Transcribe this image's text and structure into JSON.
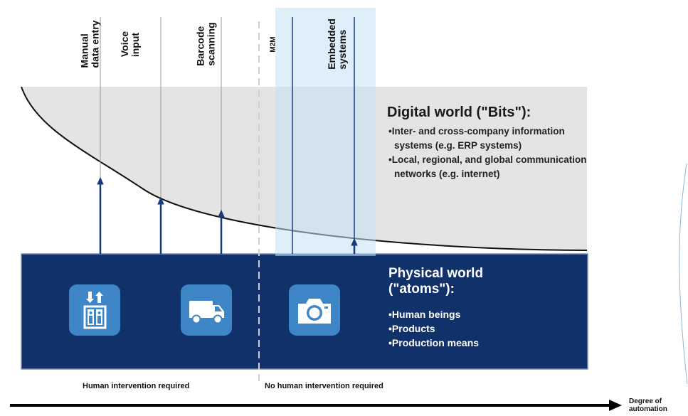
{
  "technologies": [
    {
      "label": "Manual\ndata entry"
    },
    {
      "label": "Voice\ninput"
    },
    {
      "label": "Barcode\nscanning"
    },
    {
      "label": "M2M"
    },
    {
      "label": "Embedded\nsystems"
    }
  ],
  "digital_world": {
    "title": "Digital world (\"Bits\"):",
    "items": [
      "Inter- and cross-company information systems (e.g. ERP systems)",
      "Local, regional, and global communication networks (e.g. internet)"
    ]
  },
  "physical_world": {
    "title": "Physical world\n(\"atoms\"):",
    "items": [
      "Human beings",
      "Products",
      "Production means"
    ]
  },
  "icons": [
    "elevator-icon",
    "truck-icon",
    "camera-icon"
  ],
  "captions": {
    "left": "Human intervention required",
    "right": "No human intervention required"
  },
  "axis": {
    "label": "Degree of\nautomation"
  },
  "colors": {
    "physical_fill": "#11316a",
    "digital_fill": "#e4e4e4",
    "highlight": "#c5e1f5",
    "icon_tile": "#3f86c6",
    "connector": "#173a7a"
  }
}
